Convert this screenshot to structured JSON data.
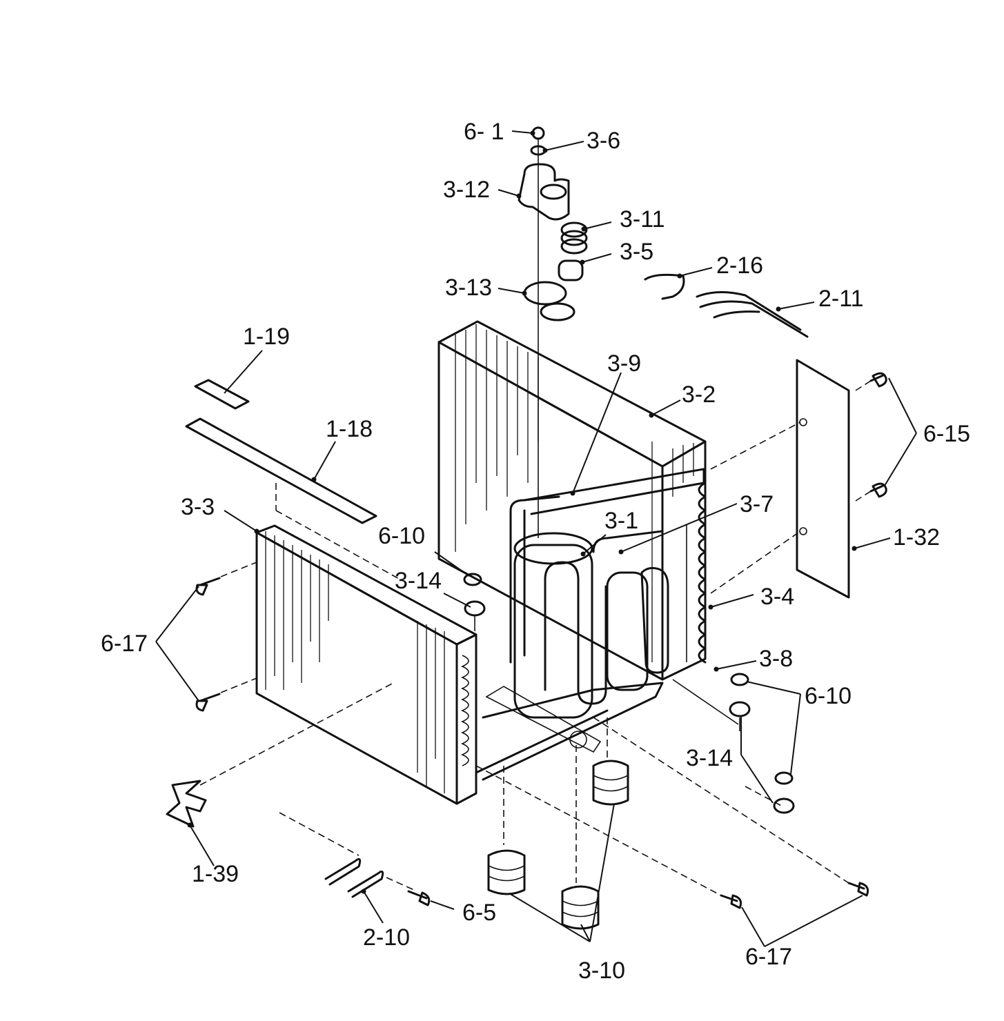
{
  "colors": {
    "ink": "#111111",
    "paper": "#ffffff"
  },
  "labels": {
    "p6_1": "6- 1",
    "p3_6": "3-6",
    "p3_12": "3-12",
    "p3_11": "3-11",
    "p3_5": "3-5",
    "p2_16": "2-16",
    "p3_13": "3-13",
    "p2_11": "2-11",
    "p1_19": "1-19",
    "p3_9": "3-9",
    "p3_2": "3-2",
    "p6_15": "6-15",
    "p1_18": "1-18",
    "p3_3": "3-3",
    "p3_7": "3-7",
    "p3_1": "3-1",
    "p6_10_left": "6-10",
    "p1_32": "1-32",
    "p3_14_left": "3-14",
    "p3_4": "3-4",
    "p6_17_left": "6-17",
    "p3_8": "3-8",
    "p6_10_right": "6-10",
    "p3_14_right": "3-14",
    "p1_39": "1-39",
    "p2_10": "2-10",
    "p6_5": "6-5",
    "p3_10": "3-10",
    "p6_17_right": "6-17"
  }
}
